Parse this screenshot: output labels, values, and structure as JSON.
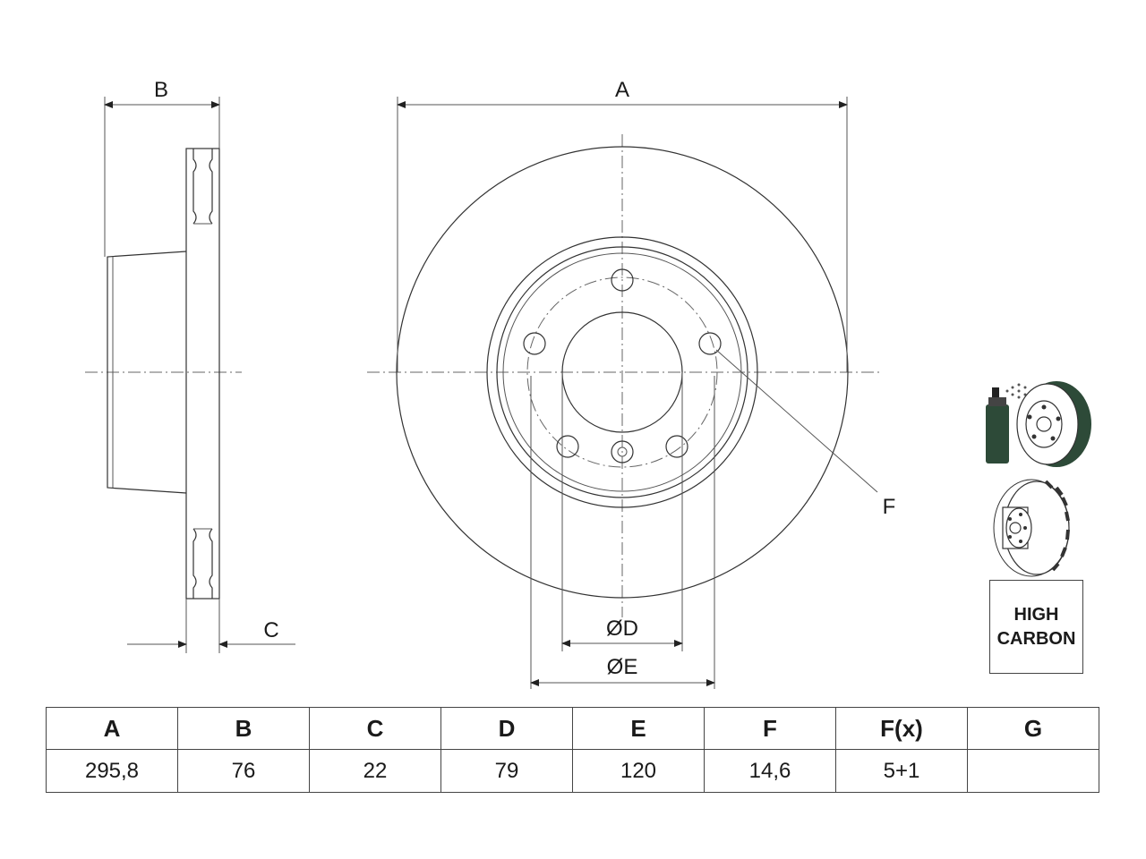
{
  "drawing": {
    "labels": {
      "a": "A",
      "b": "B",
      "c": "C",
      "d": "ØD",
      "e": "ØE",
      "f": "F"
    }
  },
  "badge": {
    "line1": "HIGH",
    "line2": "CARBON"
  },
  "icons": [
    "spray-coating-icon",
    "vented-disc-icon"
  ],
  "table": {
    "headers": [
      "A",
      "B",
      "C",
      "D",
      "E",
      "F",
      "F(x)",
      "G"
    ],
    "values": [
      "295,8",
      "76",
      "22",
      "79",
      "120",
      "14,6",
      "5+1",
      ""
    ]
  }
}
